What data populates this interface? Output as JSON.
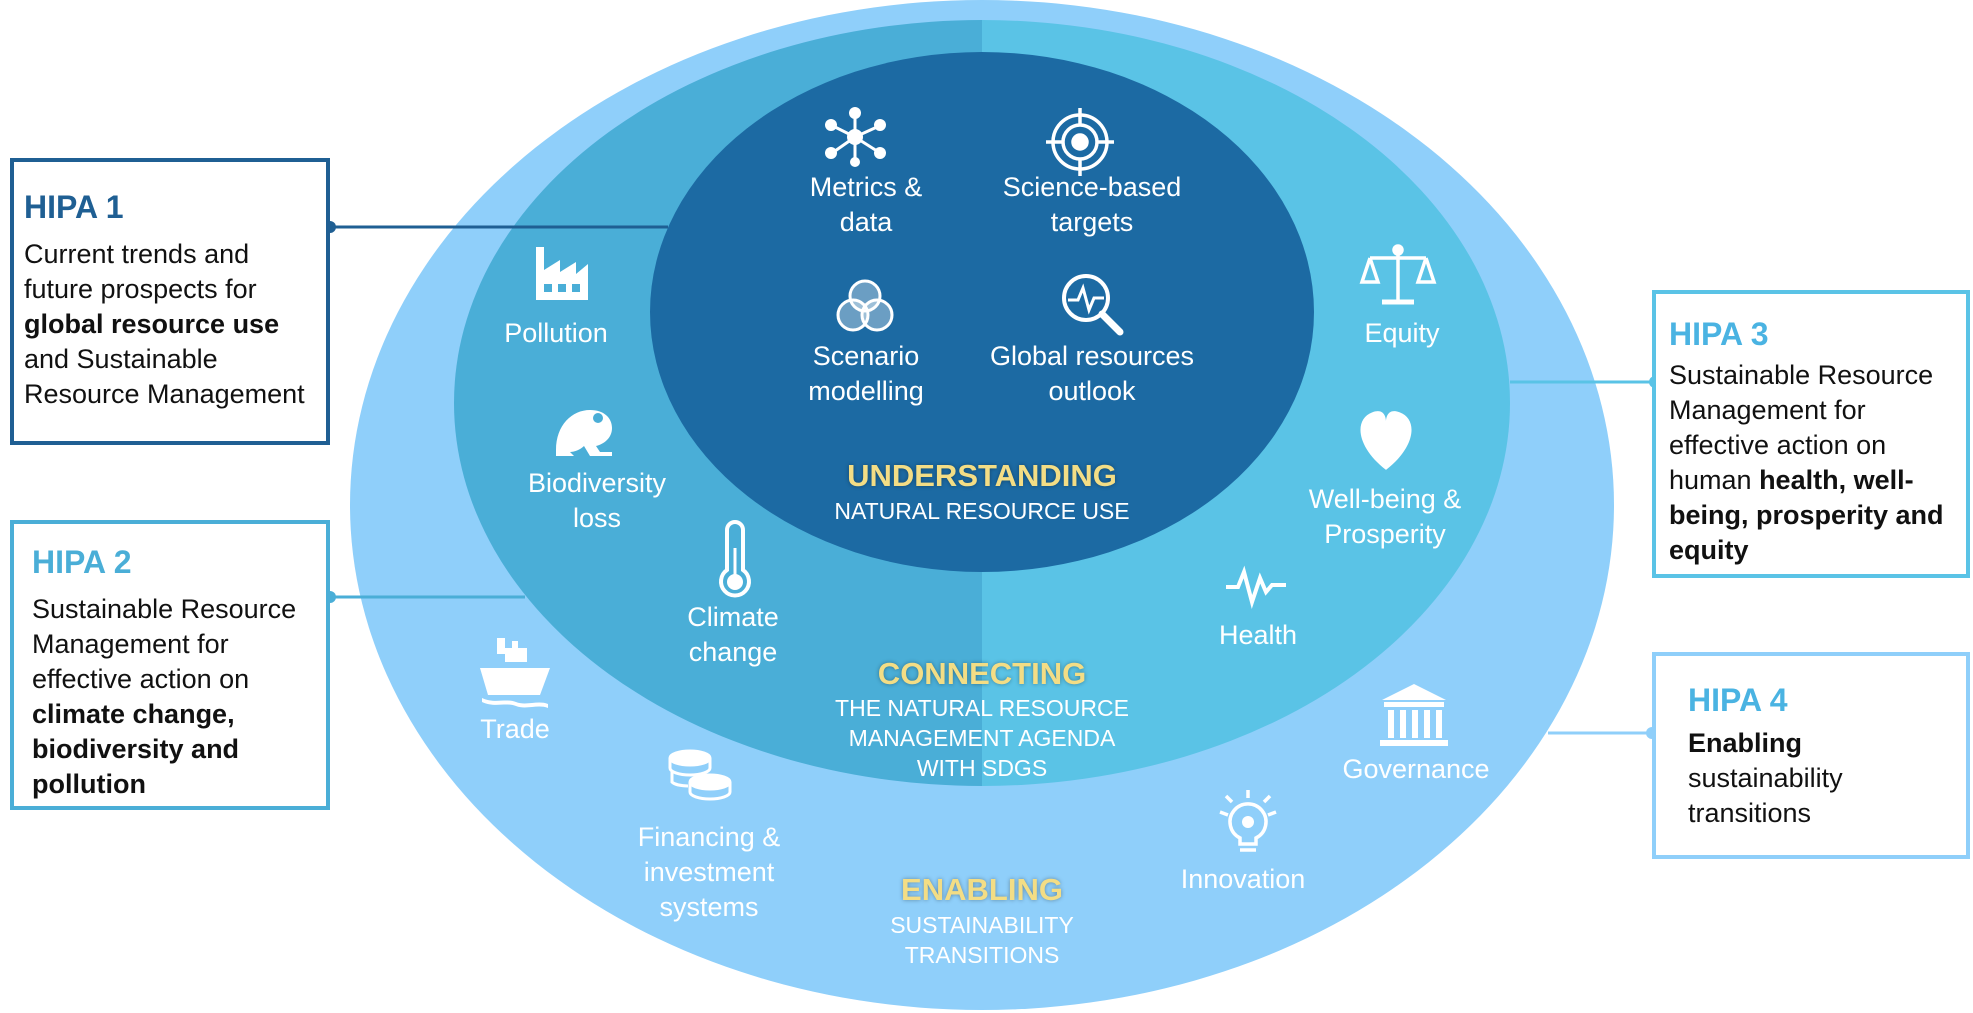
{
  "colors": {
    "outer_ring": "#8fcffa",
    "middle_left": "#4aaed7",
    "middle_right": "#5ac3e6",
    "inner": "#1c6aa3",
    "title_gold": "#f3dd85",
    "hipa1": "#1f5f93",
    "hipa_light": "#4aaed7"
  },
  "understanding": {
    "title": "UNDERSTANDING",
    "subtitle": "NATURAL RESOURCE USE"
  },
  "connecting": {
    "title": "CONNECTING",
    "subtitle": "THE NATURAL RESOURCE\nMANAGEMENT AGENDA\nWITH SDGS"
  },
  "enabling": {
    "title": "ENABLING",
    "subtitle": "SUSTAINABILITY\nTRANSITIONS"
  },
  "inner_items": [
    {
      "label": "Metrics &\ndata",
      "icon": "network-icon"
    },
    {
      "label": "Science-based\ntargets",
      "icon": "target-icon"
    },
    {
      "label": "Scenario\nmodelling",
      "icon": "venn-icon"
    },
    {
      "label": "Global resources\noutlook",
      "icon": "magnifier-pulse-icon"
    }
  ],
  "middle_items": [
    {
      "label": "Pollution",
      "icon": "factory-icon"
    },
    {
      "label": "Biodiversity\nloss",
      "icon": "frog-icon"
    },
    {
      "label": "Climate\nchange",
      "icon": "thermometer-icon"
    },
    {
      "label": "Equity",
      "icon": "scales-icon"
    },
    {
      "label": "Well-being &\nProsperity",
      "icon": "heart-icon"
    },
    {
      "label": "Health",
      "icon": "pulse-icon"
    }
  ],
  "outer_items": [
    {
      "label": "Trade",
      "icon": "ship-icon"
    },
    {
      "label": "Financing &\ninvestment\nsystems",
      "icon": "coins-icon"
    },
    {
      "label": "Innovation",
      "icon": "lightbulb-icon"
    },
    {
      "label": "Governance",
      "icon": "government-building-icon"
    }
  ],
  "hipa": [
    {
      "title": "HIPA 1",
      "lines": [
        [
          {
            "t": "Current trends and",
            "b": false
          }
        ],
        [
          {
            "t": "future prospects for",
            "b": false
          }
        ],
        [
          {
            "t": "global resource use",
            "b": true
          }
        ],
        [
          {
            "t": "and Sustainable",
            "b": false
          }
        ],
        [
          {
            "t": "Resource Management",
            "b": false
          }
        ]
      ]
    },
    {
      "title": "HIPA 2",
      "lines": [
        [
          {
            "t": "Sustainable Resource",
            "b": false
          }
        ],
        [
          {
            "t": "Management for",
            "b": false
          }
        ],
        [
          {
            "t": "effective action on",
            "b": false
          }
        ],
        [
          {
            "t": "climate change,",
            "b": true
          }
        ],
        [
          {
            "t": "biodiversity and",
            "b": true
          }
        ],
        [
          {
            "t": "pollution",
            "b": true
          }
        ]
      ]
    },
    {
      "title": "HIPA 3",
      "lines": [
        [
          {
            "t": "Sustainable Resource",
            "b": false
          }
        ],
        [
          {
            "t": "Management for",
            "b": false
          }
        ],
        [
          {
            "t": "effective action on",
            "b": false
          }
        ],
        [
          {
            "t": "human ",
            "b": false
          },
          {
            "t": "health, well-",
            "b": true
          }
        ],
        [
          {
            "t": "being, prosperity and",
            "b": true
          }
        ],
        [
          {
            "t": "equity",
            "b": true
          }
        ]
      ]
    },
    {
      "title": "HIPA 4",
      "lines": [
        [
          {
            "t": "Enabling",
            "b": true
          }
        ],
        [
          {
            "t": "sustainability",
            "b": false
          }
        ],
        [
          {
            "t": "transitions",
            "b": false
          }
        ]
      ]
    }
  ]
}
